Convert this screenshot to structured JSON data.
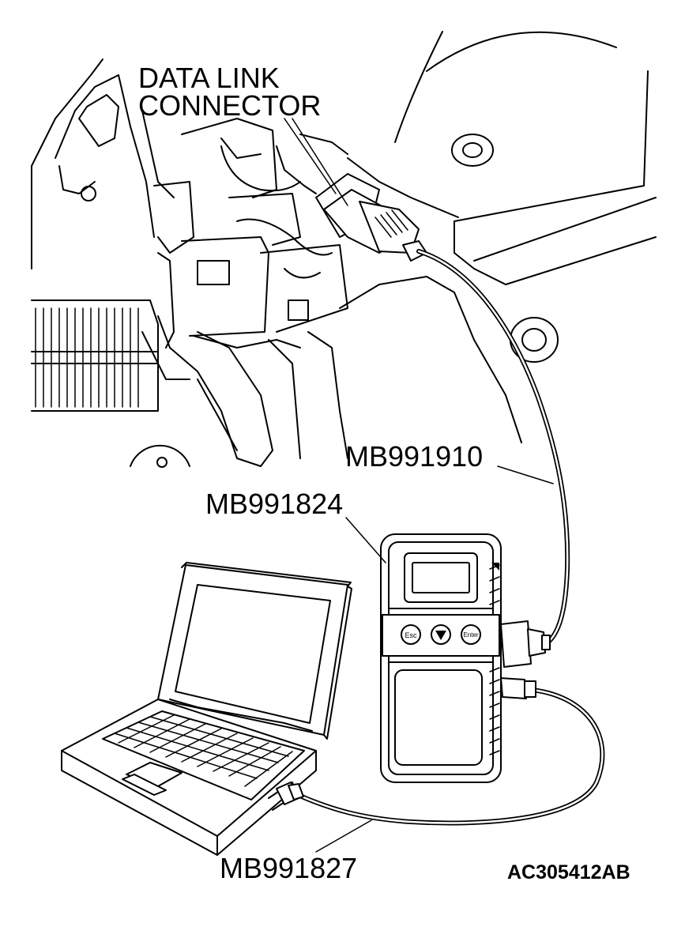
{
  "labels": {
    "data_link_line1": "DATA LINK",
    "data_link_line2": "CONNECTOR",
    "mb991910": "MB991910",
    "mb991824": "MB991824",
    "mb991827": "MB991827",
    "figure_code": "AC305412AB"
  },
  "device_buttons": {
    "esc": "Esc",
    "enter": "Enter"
  }
}
